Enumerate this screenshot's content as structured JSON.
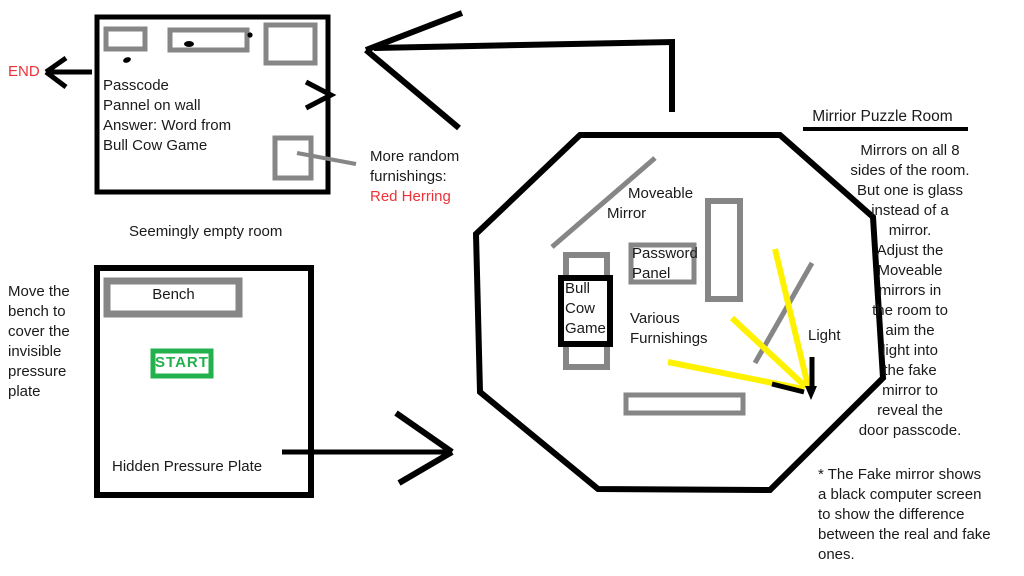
{
  "colors": {
    "ink_black": "#000000",
    "furniture_gray": "#868686",
    "light_yellow": "#fff200",
    "accent_red": "#ed3237",
    "accent_green": "#22b14c"
  },
  "empty_room": {
    "end_label": "END",
    "wall_note": "Passcode\nPannel on wall\nAnswer: Word from\nBull Cow Game",
    "caption": "Seemingly empty room",
    "furnishings_note": "More random\nfurnishings:",
    "furnishings_highlight": "Red Herring"
  },
  "start_room": {
    "side_note": "Move the\nbench to\ncover the\ninvisible\npressure\nplate",
    "bench_label": "Bench",
    "start_label": "START",
    "floor_note": "Hidden Pressure Plate"
  },
  "mirror_room": {
    "title": "Mirrior Puzzle Room",
    "moveable_mirror_line1": "Moveable",
    "moveable_mirror_line2": "Mirror",
    "password_panel_label": "Password\nPanel",
    "bull_cow_label": "Bull\nCow\nGame",
    "various_label": "Various\nFurnishings",
    "light_label": "Light",
    "description": "Mirrors on all 8\nsides of the room.\nBut one is glass\ninstead of a\nmirror.\nAdjust the\nMoveable\nmirrors in\nthe room to\naim the\nlight into\nthe fake\nmirror to\nreveal the\ndoor passcode.",
    "footnote": "* The Fake mirror shows\na black computer screen\nto show the difference\nbetween the real and fake\nones."
  }
}
